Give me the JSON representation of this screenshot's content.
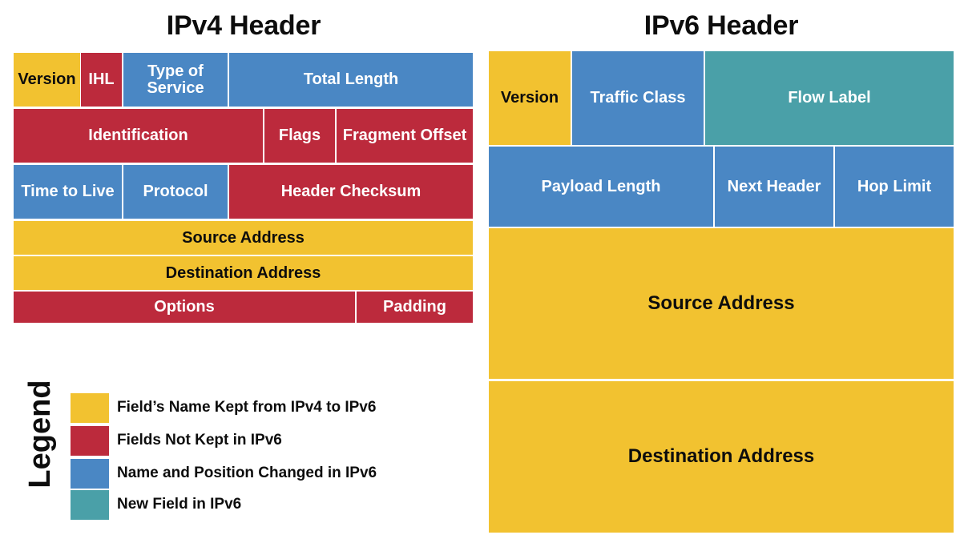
{
  "diagram": {
    "title_ipv4": "IPv4 Header",
    "title_ipv6": "IPv6 Header"
  },
  "colors": {
    "kept": "#f2c230",
    "not_kept": "#bc2a3c",
    "changed": "#4a87c4",
    "new": "#4aa0a8",
    "text_dark": "#0d0d0d",
    "text_light": "#ffffff",
    "background": "#ffffff"
  },
  "ipv4_header": {
    "title": "IPv4 Header",
    "rows": [
      {
        "fields": [
          {
            "label": "Version",
            "category": "kept"
          },
          {
            "label": "IHL",
            "category": "not_kept"
          },
          {
            "label": "Type of Service",
            "category": "changed"
          },
          {
            "label": "Total Length",
            "category": "changed"
          }
        ]
      },
      {
        "fields": [
          {
            "label": "Identification",
            "category": "not_kept"
          },
          {
            "label": "Flags",
            "category": "not_kept"
          },
          {
            "label": "Fragment Offset",
            "category": "not_kept"
          }
        ]
      },
      {
        "fields": [
          {
            "label": "Time to Live",
            "category": "changed"
          },
          {
            "label": "Protocol",
            "category": "changed"
          },
          {
            "label": "Header Checksum",
            "category": "not_kept"
          }
        ]
      },
      {
        "fields": [
          {
            "label": "Source Address",
            "category": "kept"
          }
        ]
      },
      {
        "fields": [
          {
            "label": "Destination Address",
            "category": "kept"
          }
        ]
      },
      {
        "fields": [
          {
            "label": "Options",
            "category": "not_kept"
          },
          {
            "label": "Padding",
            "category": "not_kept"
          }
        ]
      }
    ]
  },
  "ipv6_header": {
    "title": "IPv6 Header",
    "rows": [
      {
        "fields": [
          {
            "label": "Version",
            "category": "kept"
          },
          {
            "label": "Traffic Class",
            "category": "changed"
          },
          {
            "label": "Flow Label",
            "category": "new"
          }
        ]
      },
      {
        "fields": [
          {
            "label": "Payload Length",
            "category": "changed"
          },
          {
            "label": "Next Header",
            "category": "changed"
          },
          {
            "label": "Hop Limit",
            "category": "changed"
          }
        ]
      },
      {
        "fields": [
          {
            "label": "Source Address",
            "category": "kept"
          }
        ]
      },
      {
        "fields": [
          {
            "label": "Destination Address",
            "category": "kept"
          }
        ]
      }
    ]
  },
  "legend": {
    "title": "Legend",
    "items": [
      {
        "color_key": "kept",
        "label": "Field’s Name Kept from IPv4 to IPv6"
      },
      {
        "color_key": "not_kept",
        "label": "Fields Not Kept in IPv6"
      },
      {
        "color_key": "changed",
        "label": "Name and Position Changed in IPv6"
      },
      {
        "color_key": "new",
        "label": "New Field in IPv6"
      }
    ]
  }
}
